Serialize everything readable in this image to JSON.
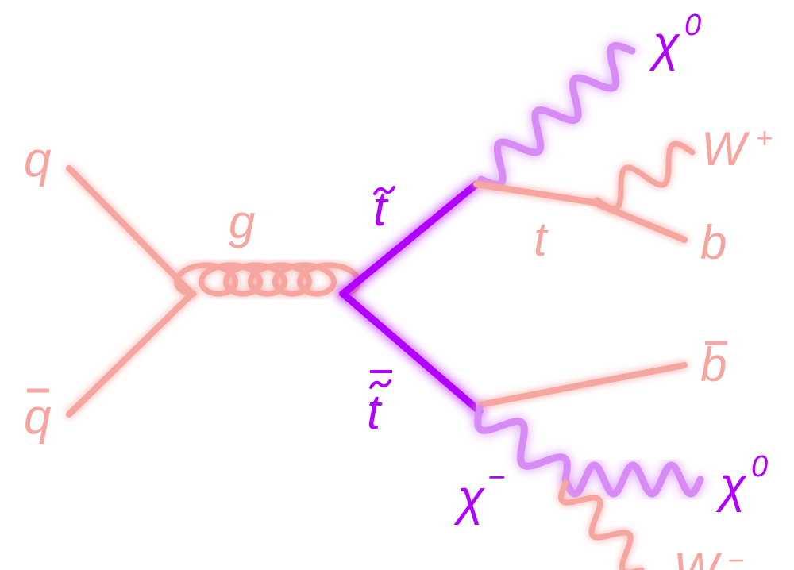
{
  "colors": {
    "sm_particle": "#f6a6a0",
    "stop_line": "#b100ff",
    "neutralino_wave": "#d78bf5",
    "label_purple": "#b100ff",
    "label_salmon": "#f6a6a0"
  },
  "diagram": {
    "type": "feynman-diagram",
    "labels": {
      "quark": "q",
      "antiquark": "q",
      "gluon": "g",
      "stop": "t",
      "antistop": "t",
      "chargino": "χ",
      "chargino_sup": "−",
      "neutralino_top": "χ",
      "neutralino_top_sup": "0",
      "neutralino_bottom": "χ",
      "neutralino_bottom_sup": "0",
      "w_plus": "W",
      "w_plus_sup": "+",
      "w_minus": "W",
      "w_minus_sup": "−",
      "top": "t",
      "bottom": "b",
      "antibottom": "b"
    }
  }
}
